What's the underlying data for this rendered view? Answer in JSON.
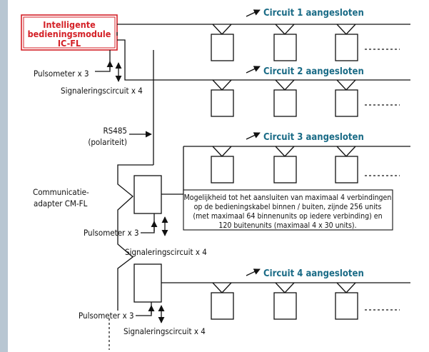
{
  "module": {
    "lines": [
      "Intelligente",
      "bedieningsmodule",
      "IC-FL"
    ],
    "color": "#d42127"
  },
  "circuits": [
    {
      "label": "Circuit 1 aangesloten"
    },
    {
      "label": "Circuit 2 aangesloten"
    },
    {
      "label": "Circuit 3 aangesloten"
    },
    {
      "label": "Circuit 4 aangesloten"
    }
  ],
  "circuit_color": "#1a6b86",
  "top_labels": {
    "pulsometer": "Pulsometer x 3",
    "signal": "Signaleringscircuit x 4"
  },
  "rs485": {
    "line1": "RS485",
    "line2": "(polariteit)"
  },
  "adapter": {
    "line1": "Communicatie-",
    "line2": "adapter CM-FL"
  },
  "adapter1_labels": {
    "pulsometer": "Pulsometer x 3",
    "signal": "Signaleringscircuit x 4"
  },
  "adapter2_labels": {
    "pulsometer": "Pulsometer x 3",
    "signal": "Signaleringscircuit x 4"
  },
  "note": {
    "lines": [
      "Mogelijkheid tot het aansluiten van maximaal 4 verbindingen",
      "op de bedieningskabel binnen / buiten, zijnde 256 units",
      "(met maximaal 64 binnenunits op iedere verbinding) en",
      "120 buitenunits  (maximaal 4 x 30 units)."
    ]
  },
  "sidebar_color": "#b8c6d2"
}
